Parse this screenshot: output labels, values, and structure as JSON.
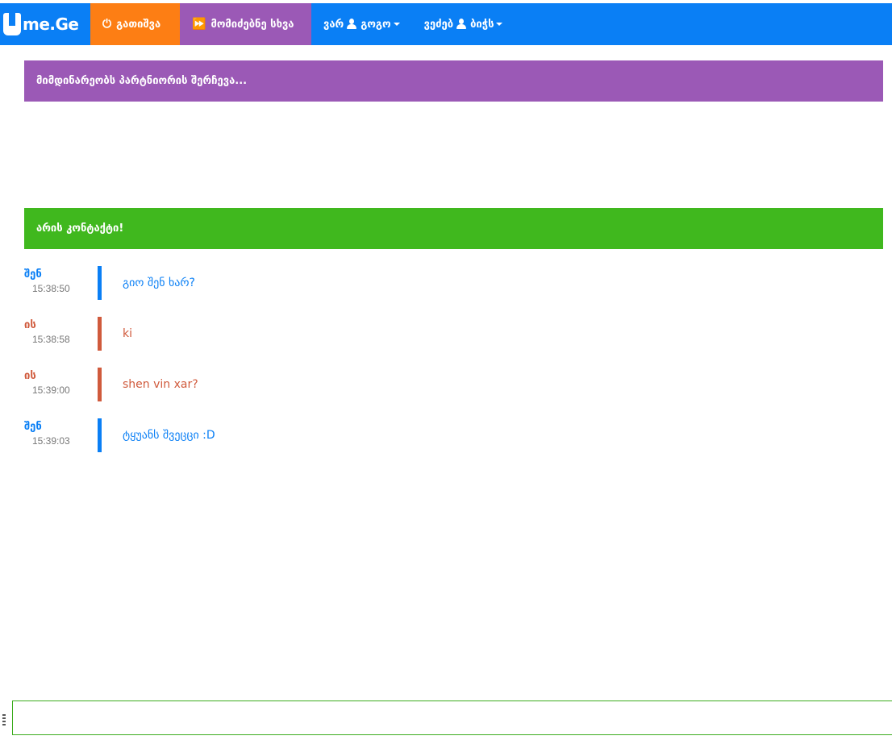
{
  "app": {
    "logo_text": "me.Ge",
    "accent_color": "#0a7ff5"
  },
  "nav": {
    "disconnect": {
      "label": "გათიშვა",
      "icon": "power-icon",
      "color": "#fd7e14"
    },
    "next": {
      "label": "მომიძებნე სხვა",
      "icon": "fast-forward-icon",
      "color": "#9b59b6"
    },
    "i_am": {
      "prefix": "ვარ",
      "value": "გოგო",
      "icon": "user-icon"
    },
    "looking_for": {
      "prefix": "ვეძებ",
      "value": "ბიჭს",
      "icon": "user-icon"
    }
  },
  "status": {
    "searching": "მიმდინარეობს პარტნიორის შერჩევა...",
    "connected": "არის კონტაქტი!"
  },
  "messages": [
    {
      "from": "me",
      "sender": "შენ",
      "time": "15:38:50",
      "text": "გიო შენ ხარ?"
    },
    {
      "from": "them",
      "sender": "ის",
      "time": "15:38:58",
      "text": "ki"
    },
    {
      "from": "them",
      "sender": "ის",
      "time": "15:39:00",
      "text": "shen vin xar?"
    },
    {
      "from": "me",
      "sender": "შენ",
      "time": "15:39:03",
      "text": "ტყუანს შვეცცი :D"
    }
  ],
  "composer": {
    "value": "",
    "placeholder": ""
  }
}
